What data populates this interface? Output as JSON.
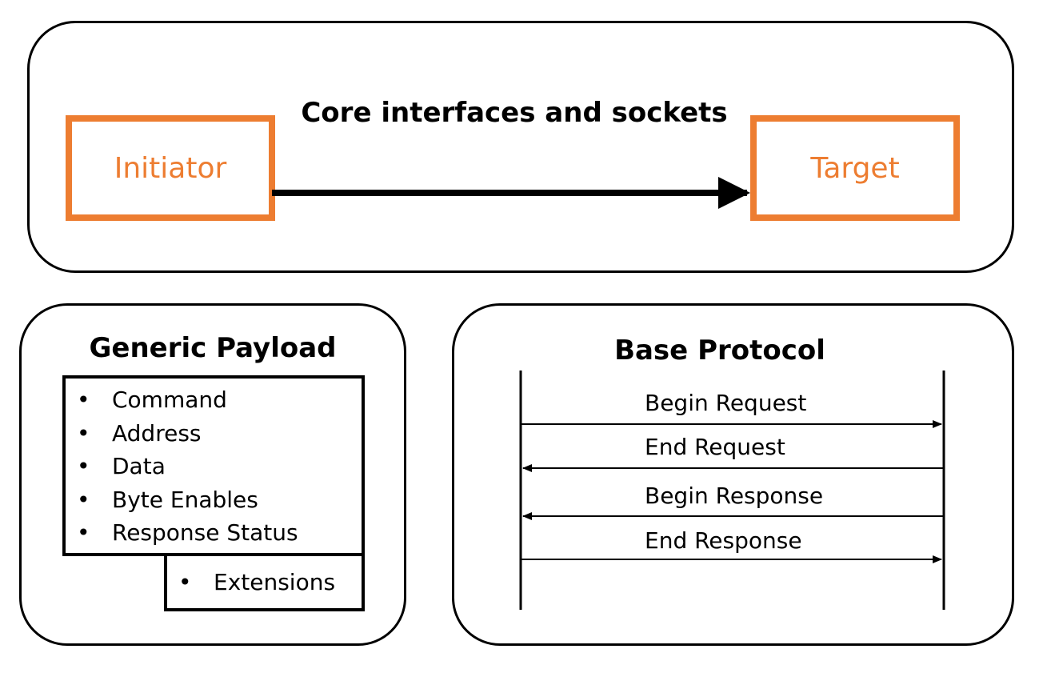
{
  "core": {
    "title": "Core interfaces and sockets",
    "initiator_label": "Initiator",
    "target_label": "Target"
  },
  "payload": {
    "title": "Generic Payload",
    "fields": [
      "Command",
      "Address",
      "Data",
      "Byte Enables",
      "Response Status"
    ],
    "extensions_label": "Extensions",
    "bullet": "•"
  },
  "protocol": {
    "title": "Base Protocol",
    "messages": [
      {
        "label": "Begin Request",
        "direction": "initiator-to-target"
      },
      {
        "label": "End Request",
        "direction": "target-to-initiator"
      },
      {
        "label": "Begin Response",
        "direction": "target-to-initiator"
      },
      {
        "label": "End Response",
        "direction": "initiator-to-target"
      }
    ]
  },
  "colors": {
    "accent": "#ed7d31",
    "line": "#000000"
  }
}
